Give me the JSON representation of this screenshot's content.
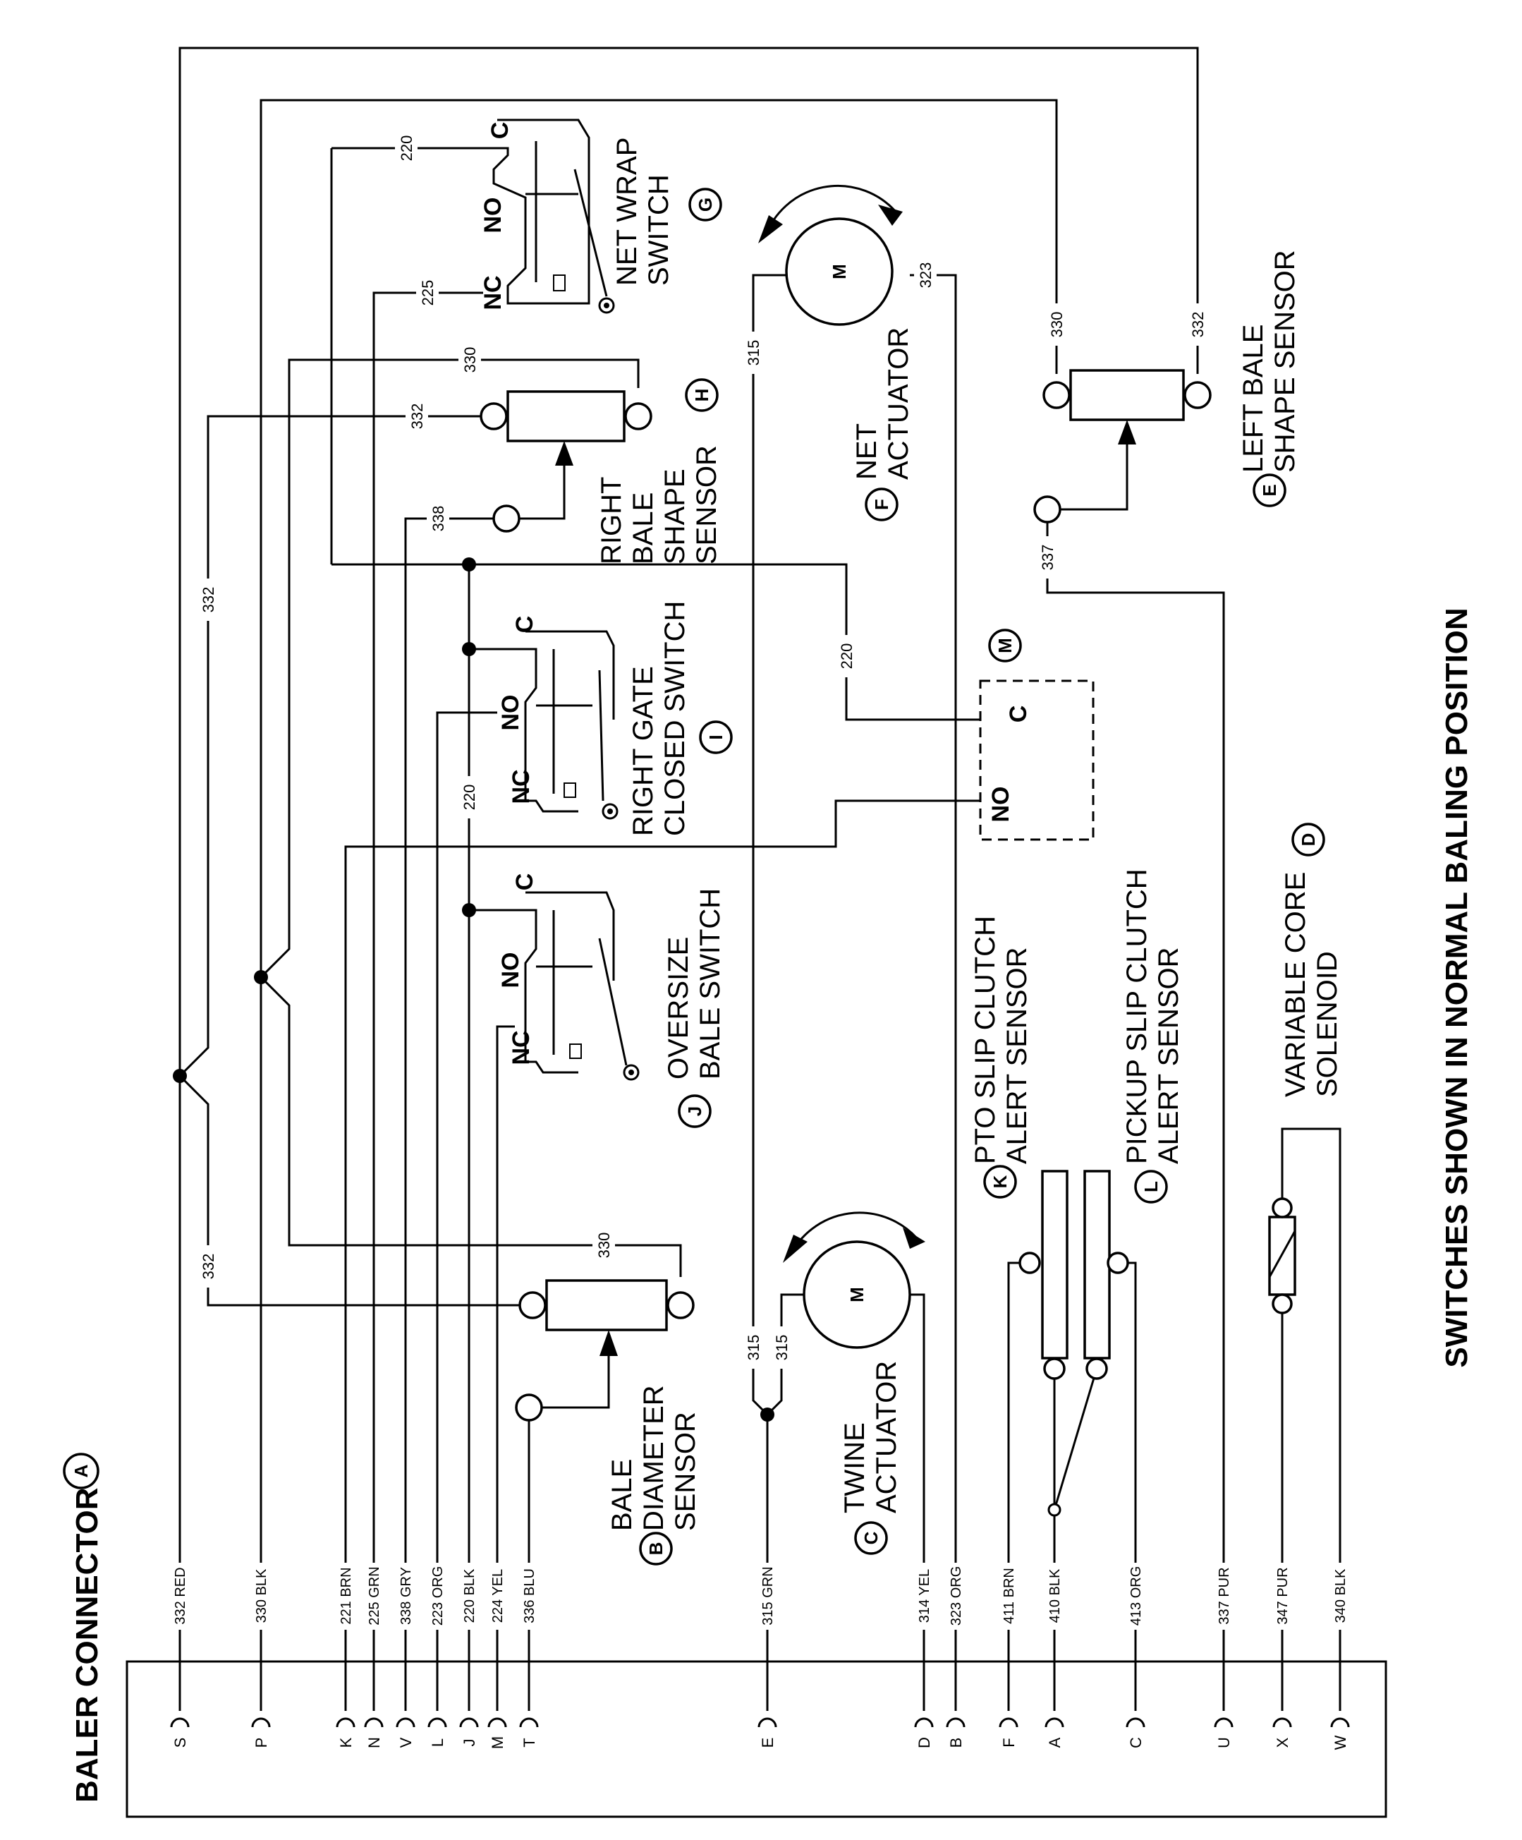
{
  "connector": {
    "label": "BALER CONNECTOR",
    "letter": "A",
    "pins": [
      {
        "pin": "S",
        "wire": "332 RED"
      },
      {
        "pin": "P",
        "wire": "330 BLK"
      },
      {
        "pin": "K",
        "wire": "221 BRN"
      },
      {
        "pin": "N",
        "wire": "225 GRN"
      },
      {
        "pin": "V",
        "wire": "338 GRY"
      },
      {
        "pin": "L",
        "wire": "223 ORG"
      },
      {
        "pin": "J",
        "wire": "220 BLK"
      },
      {
        "pin": "M",
        "wire": "224 YEL"
      },
      {
        "pin": "T",
        "wire": "336 BLU"
      },
      {
        "pin": "E",
        "wire": "315 GRN"
      },
      {
        "pin": "D",
        "wire": "314 YEL"
      },
      {
        "pin": "B",
        "wire": "323 ORG"
      },
      {
        "pin": "F",
        "wire": "411 BRN"
      },
      {
        "pin": "A",
        "wire": "410 BLK"
      },
      {
        "pin": "C",
        "wire": "413 ORG"
      },
      {
        "pin": "U",
        "wire": "337 PUR"
      },
      {
        "pin": "X",
        "wire": "347 PUR"
      },
      {
        "pin": "W",
        "wire": "340 BLK"
      }
    ]
  },
  "components": {
    "bale_diameter": {
      "letter": "B",
      "line1": "BALE",
      "line2": "DIAMETER",
      "line3": "SENSOR"
    },
    "twine_actuator": {
      "letter": "C",
      "line1": "TWINE",
      "line2": "ACTUATOR",
      "motor": "M"
    },
    "variable_core": {
      "letter": "D",
      "line1": "VARIABLE CORE",
      "line2": "SOLENOID"
    },
    "left_bale_shape": {
      "letter": "E",
      "line1": "LEFT BALE",
      "line2": "SHAPE SENSOR"
    },
    "net_actuator": {
      "letter": "F",
      "line1": "NET",
      "line2": "ACTUATOR",
      "motor": "M"
    },
    "net_wrap_switch": {
      "letter": "G",
      "line1": "NET WRAP",
      "line2": "SWITCH"
    },
    "right_bale_shape": {
      "letter": "H",
      "line1": "RIGHT",
      "line2": "BALE",
      "line3": "SHAPE",
      "line4": "SENSOR"
    },
    "right_gate_closed": {
      "letter": "I",
      "line1": "RIGHT GATE",
      "line2": "CLOSED SWITCH"
    },
    "oversize_bale": {
      "letter": "J",
      "line1": "OVERSIZE",
      "line2": "BALE SWITCH"
    },
    "pto_slip_clutch": {
      "letter": "K",
      "line1": "PTO SLIP CLUTCH",
      "line2": "ALERT SENSOR"
    },
    "pickup_slip_clutch": {
      "letter": "L",
      "line1": "PICKUP SLIP CLUTCH",
      "line2": "ALERT SENSOR"
    },
    "relay_m": {
      "letter": "M"
    }
  },
  "contacts": {
    "c": "C",
    "no": "NO",
    "nc": "NC"
  },
  "wire_labels": {
    "w332": "332",
    "w330": "330",
    "w315": "315",
    "w220": "220",
    "w225": "225",
    "w338": "338",
    "w323": "323",
    "w337": "337"
  },
  "footer": "SWITCHES SHOWN IN NORMAL BALING POSITION"
}
